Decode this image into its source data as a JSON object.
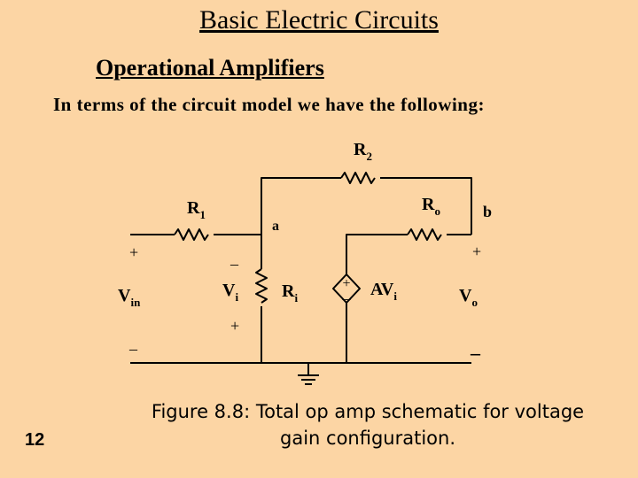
{
  "slide": {
    "title": "Basic Electric Circuits",
    "subtitle": "Operational Amplifiers",
    "intro": "In terms of the circuit model we have the following:",
    "caption": "Figure 8.8: Total op amp schematic for voltage gain configuration.",
    "page_number": "12"
  },
  "circuit": {
    "r2": {
      "main": "R",
      "sub": "2"
    },
    "r1": {
      "main": "R",
      "sub": "1"
    },
    "ro": {
      "main": "R",
      "sub": "o"
    },
    "ri": {
      "main": "R",
      "sub": "i"
    },
    "vin": {
      "main": "V",
      "sub": "in"
    },
    "vi": {
      "main": "V",
      "sub": "i"
    },
    "vo": {
      "main": "V",
      "sub": "o"
    },
    "source": {
      "main": "AV",
      "sub": "i"
    },
    "node_a": "a",
    "node_b": "b",
    "plus": "+",
    "minus": "–"
  },
  "colors": {
    "background": "#FCD5A4",
    "ink": "#000000"
  }
}
